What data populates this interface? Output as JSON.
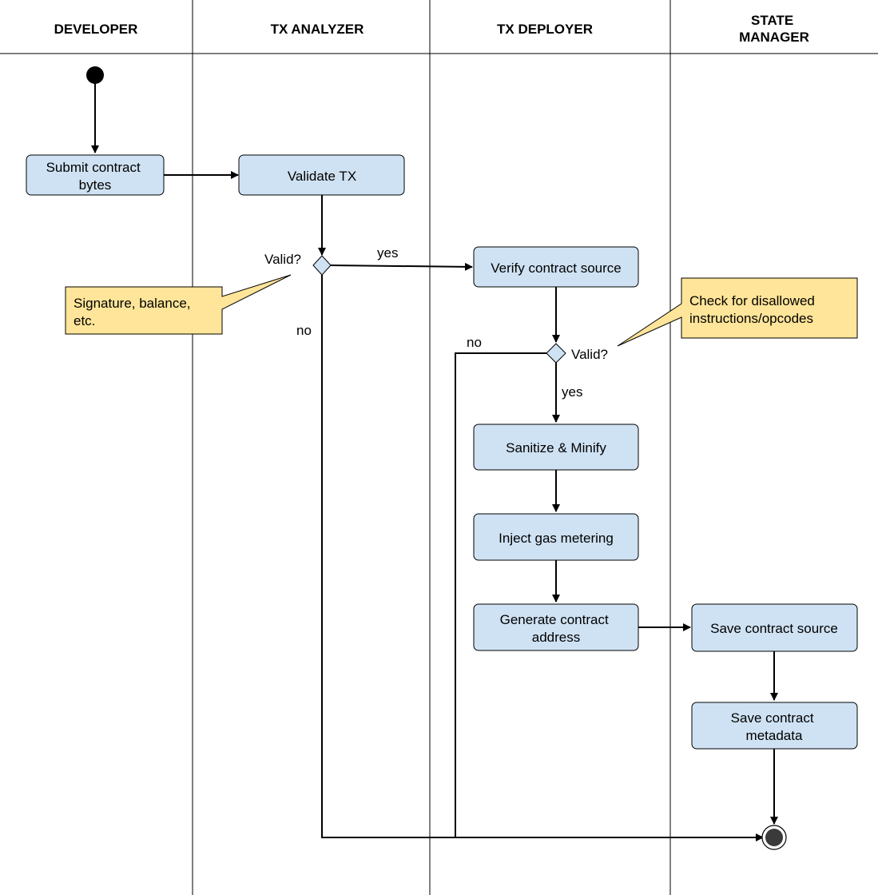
{
  "colors": {
    "action_fill": "#cfe2f3",
    "note_fill": "#ffe599",
    "decision_fill": "#cfe2f3",
    "line": "#000000",
    "end_fill": "#3a3a3a"
  },
  "lanes": [
    {
      "title": "DEVELOPER"
    },
    {
      "title": "TX ANALYZER"
    },
    {
      "title": "TX DEPLOYER"
    },
    {
      "title_lines": [
        "STATE",
        "MANAGER"
      ]
    }
  ],
  "actions": {
    "submit": [
      "Submit contract",
      "bytes"
    ],
    "validate_tx": [
      "Validate TX"
    ],
    "verify_source": [
      "Verify contract source"
    ],
    "sanitize": [
      "Sanitize & Minify"
    ],
    "inject_gas": [
      "Inject gas metering"
    ],
    "generate_address": [
      "Generate contract",
      "address"
    ],
    "save_source": [
      "Save contract source"
    ],
    "save_metadata": [
      "Save contract",
      "metadata"
    ]
  },
  "decisions": {
    "tx_valid": "Valid?",
    "source_valid": "Valid?"
  },
  "edge_labels": {
    "tx_yes": "yes",
    "tx_no": "no",
    "source_yes": "yes",
    "source_no": "no"
  },
  "notes": {
    "tx_note": [
      "Signature, balance,",
      "etc."
    ],
    "source_note": [
      "Check for disallowed",
      "instructions/opcodes"
    ]
  }
}
